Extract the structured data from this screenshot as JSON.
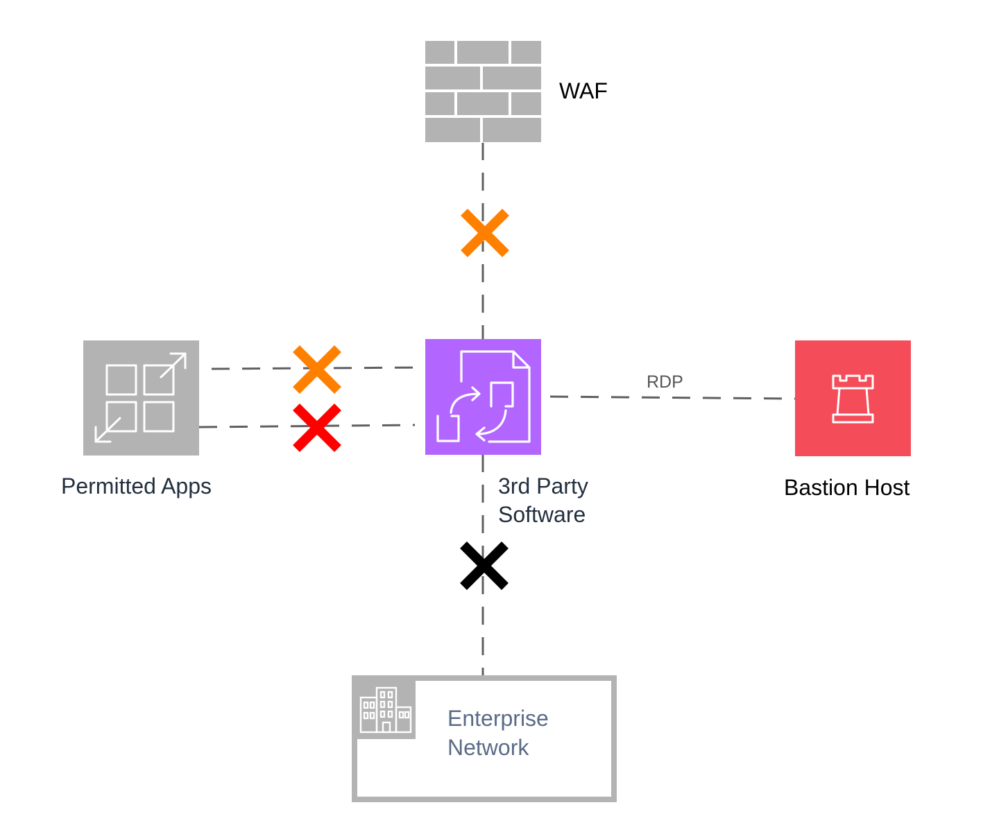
{
  "nodes": {
    "waf": {
      "label": "WAF",
      "color": "#b3b3b3"
    },
    "third_party": {
      "label_line1": "3rd Party",
      "label_line2": "Software",
      "color": "#b266ff"
    },
    "permitted_apps": {
      "label": "Permitted Apps",
      "color": "#b3b3b3"
    },
    "bastion_host": {
      "label": "Bastion Host",
      "color": "#f54c5a"
    },
    "enterprise_network": {
      "label_line1": "Enterprise",
      "label_line2": "Network",
      "color": "#b3b3b3"
    }
  },
  "edges": {
    "rdp": {
      "label": "RDP"
    }
  },
  "blocked_markers": {
    "waf_link": {
      "color": "#ff8000"
    },
    "apps_link_upper": {
      "color": "#ff8000"
    },
    "apps_link_lower": {
      "color": "#ff0000"
    },
    "enterprise_link": {
      "color": "#000000"
    }
  },
  "icons": {
    "waf": "firewall-brick-icon",
    "third_party": "document-sync-icon",
    "permitted_apps": "app-expand-icon",
    "bastion_host": "castle-rook-icon",
    "enterprise_network": "office-building-icon"
  }
}
